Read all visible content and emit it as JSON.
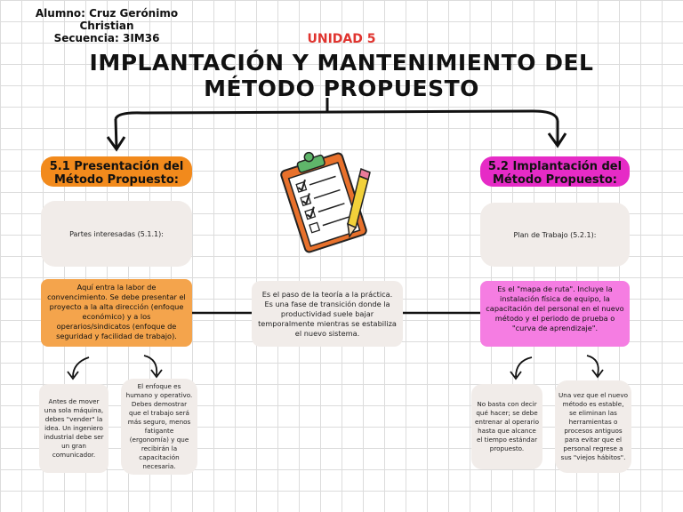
{
  "header": {
    "student_line1": "Alumno: Cruz Gerónimo Christian",
    "student_line2": "Secuencia: 3IM36",
    "unit": "UNIDAD 5",
    "title_line1": "IMPLANTACIÓN Y MANTENIMIENTO DEL",
    "title_line2": "MÉTODO PROPUESTO"
  },
  "left": {
    "heading_line1": "5.1 Presentación del",
    "heading_line2": "Método Propuesto:",
    "sub_label": "Partes interesadas (5.1.1):",
    "description": "Aquí entra la labor de convencimiento. Se debe presentar el proyecto a la alta dirección (enfoque económico) y a los operarios/sindicatos (enfoque de seguridad y facilidad de trabajo).",
    "note_a": "Antes de mover una sola máquina, debes \"vender\" la idea. Un ingeniero industrial debe ser un gran comunicador.",
    "note_b": "El enfoque es humano y operativo. Debes demostrar que el trabajo será más seguro, menos fatigante (ergonomía) y que recibirán la capacitación necesaria."
  },
  "center": {
    "description": "Es el paso de la teoría a la práctica. Es una fase de transición donde la productividad suele bajar temporalmente mientras se estabiliza el nuevo sistema."
  },
  "right": {
    "heading_line1": "5.2 Implantación del",
    "heading_line2": "Método Propuesto:",
    "sub_label": "Plan de Trabajo (5.2.1):",
    "description": "Es el \"mapa de ruta\". Incluye la instalación física de equipo, la capacitación del personal en el nuevo método y el periodo de prueba o \"curva de aprendizaje\".",
    "note_a": "No basta con decir qué hacer; se debe entrenar al operario hasta que alcance el tiempo estándar propuesto.",
    "note_b": "Una vez que el nuevo método es estable, se eliminan las herramientas o procesos antiguos para evitar que el personal regrese a sus \"viejos hábitos\"."
  },
  "colors": {
    "unit_red": "#e0342f",
    "orange": "#f28a1c",
    "orange_light": "#f4a44c",
    "pink": "#e62bc6",
    "pink_light": "#f57de2",
    "grey_box": "#f1ece9"
  },
  "icons": {
    "clipboard": "clipboard-checklist-icon",
    "arrows": "curved-arrow-icon"
  }
}
